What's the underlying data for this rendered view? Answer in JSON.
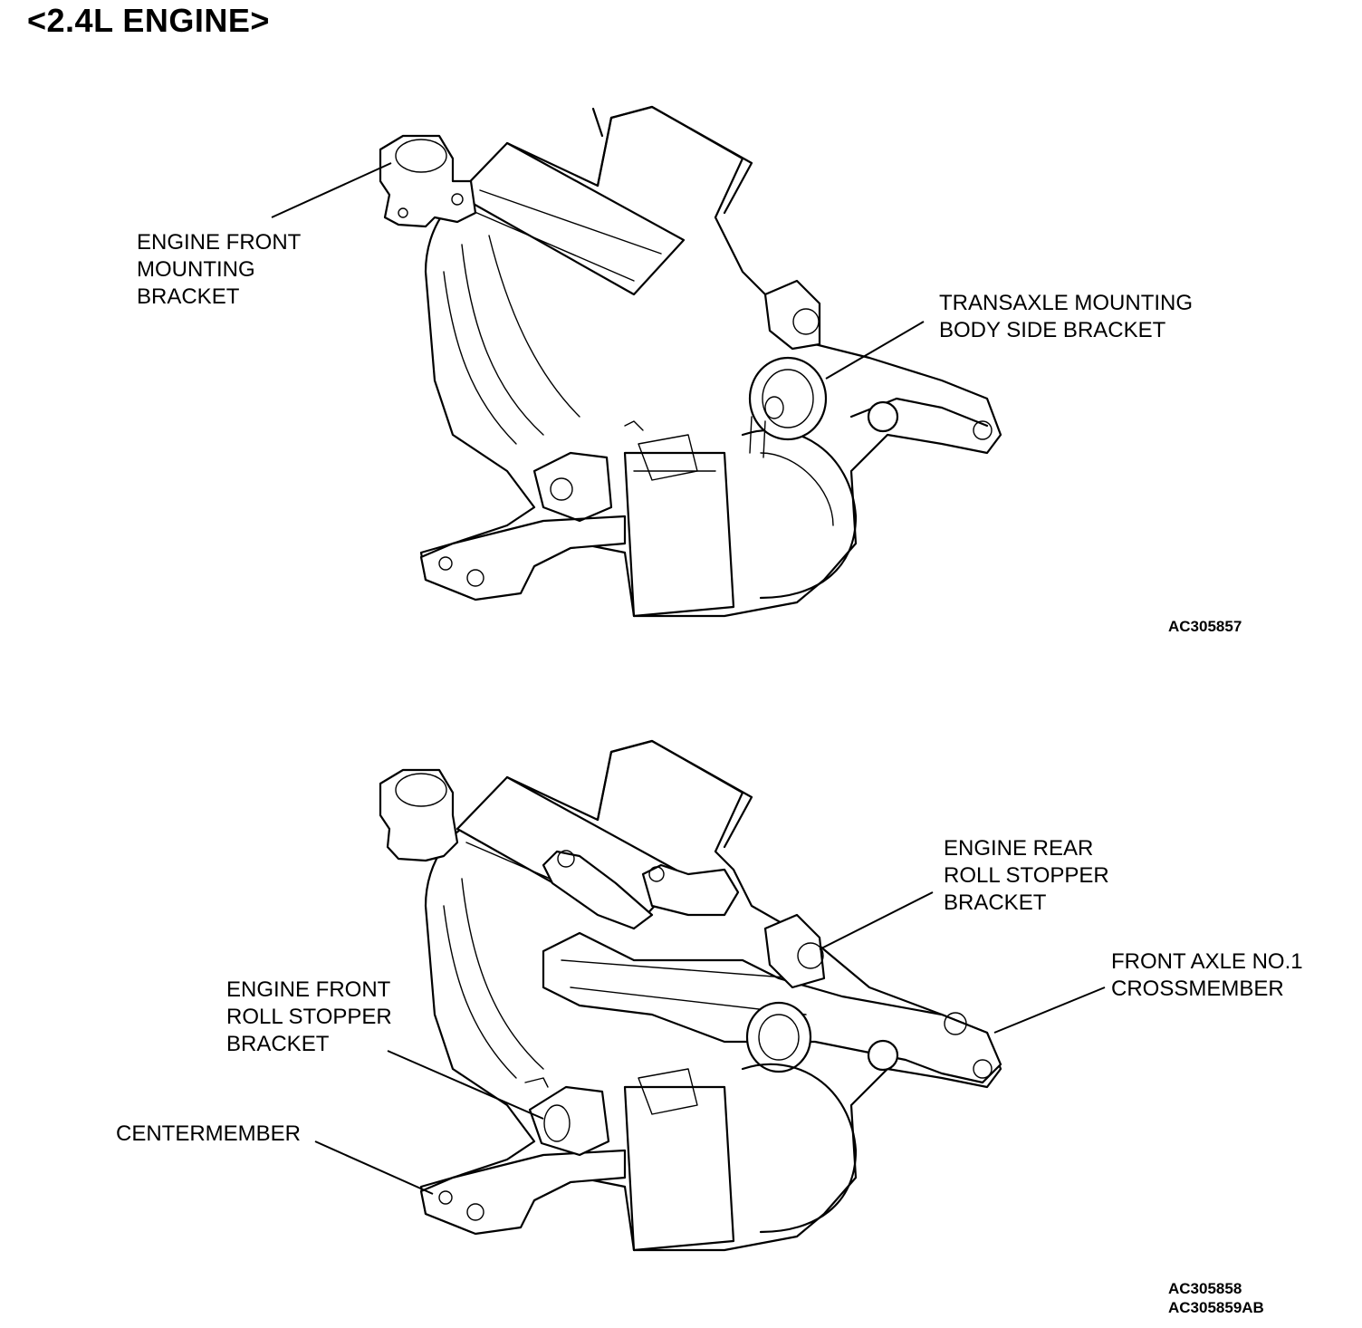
{
  "title": "<2.4L ENGINE>",
  "figure1": {
    "labels": {
      "engine_front_mounting_bracket": "ENGINE FRONT\nMOUNTING\nBRACKET",
      "transaxle_mounting_body_side_bracket": "TRANSAXLE MOUNTING\nBODY SIDE BRACKET"
    },
    "code": "AC305857"
  },
  "figure2": {
    "labels": {
      "engine_rear_roll_stopper_bracket": "ENGINE REAR\nROLL STOPPER\nBRACKET",
      "front_axle_no1_crossmember": "FRONT AXLE NO.1\nCROSSMEMBER",
      "engine_front_roll_stopper_bracket": "ENGINE FRONT\nROLL STOPPER\nBRACKET",
      "centermember": "CENTERMEMBER"
    },
    "code": "AC305858\nAC305859AB"
  }
}
